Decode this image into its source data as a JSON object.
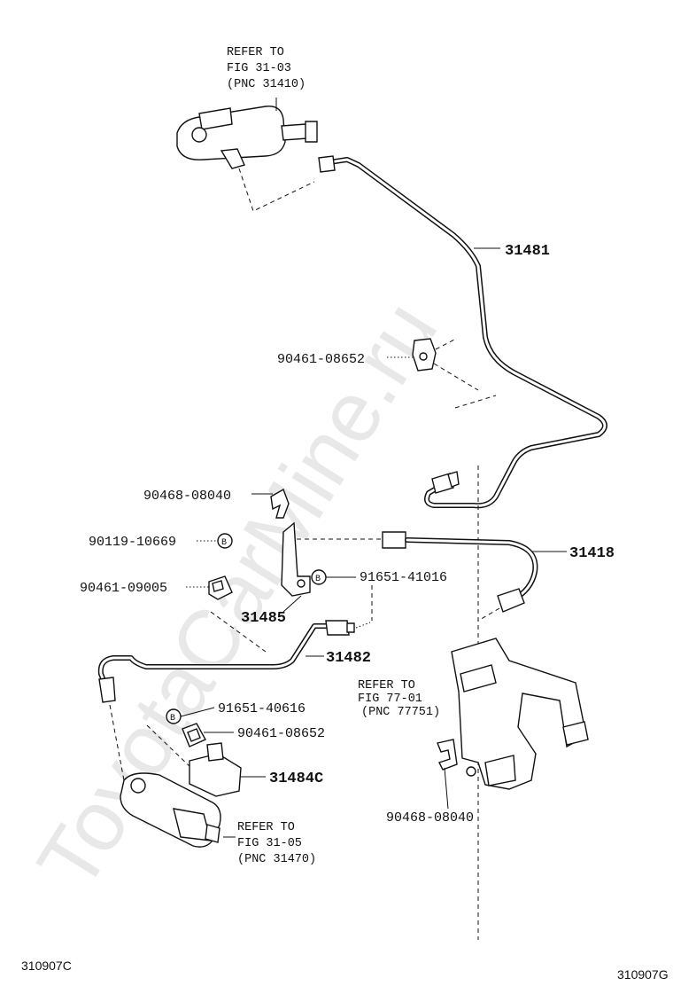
{
  "watermark": "ToyotaCarMine.ru",
  "references": {
    "top": {
      "line1": "REFER TO",
      "line2": "FIG 31-03",
      "line3": "(PNC 31410)"
    },
    "bottom": {
      "line1": "REFER TO",
      "line2": "FIG 31-05",
      "line3": "(PNC 31470)"
    },
    "bracket": {
      "line1": "REFER TO",
      "line2": "FIG 77-01",
      "line3": "(PNC 77751)"
    }
  },
  "parts": {
    "p31481": "31481",
    "p90461_08652_a": "90461-08652",
    "p90468_08040_a": "90468-08040",
    "p90119_10669": "90119-10669",
    "p90461_09005": "90461-09005",
    "p91651_41016": "91651-41016",
    "p31418": "31418",
    "p31485": "31485",
    "p31482": "31482",
    "p91651_40616": "91651-40616",
    "p90461_08652_b": "90461-08652",
    "p31484c": "31484C",
    "p90468_08040_b": "90468-08040"
  },
  "marker": "B",
  "footer": {
    "left": "310907C",
    "right": "310907G"
  }
}
